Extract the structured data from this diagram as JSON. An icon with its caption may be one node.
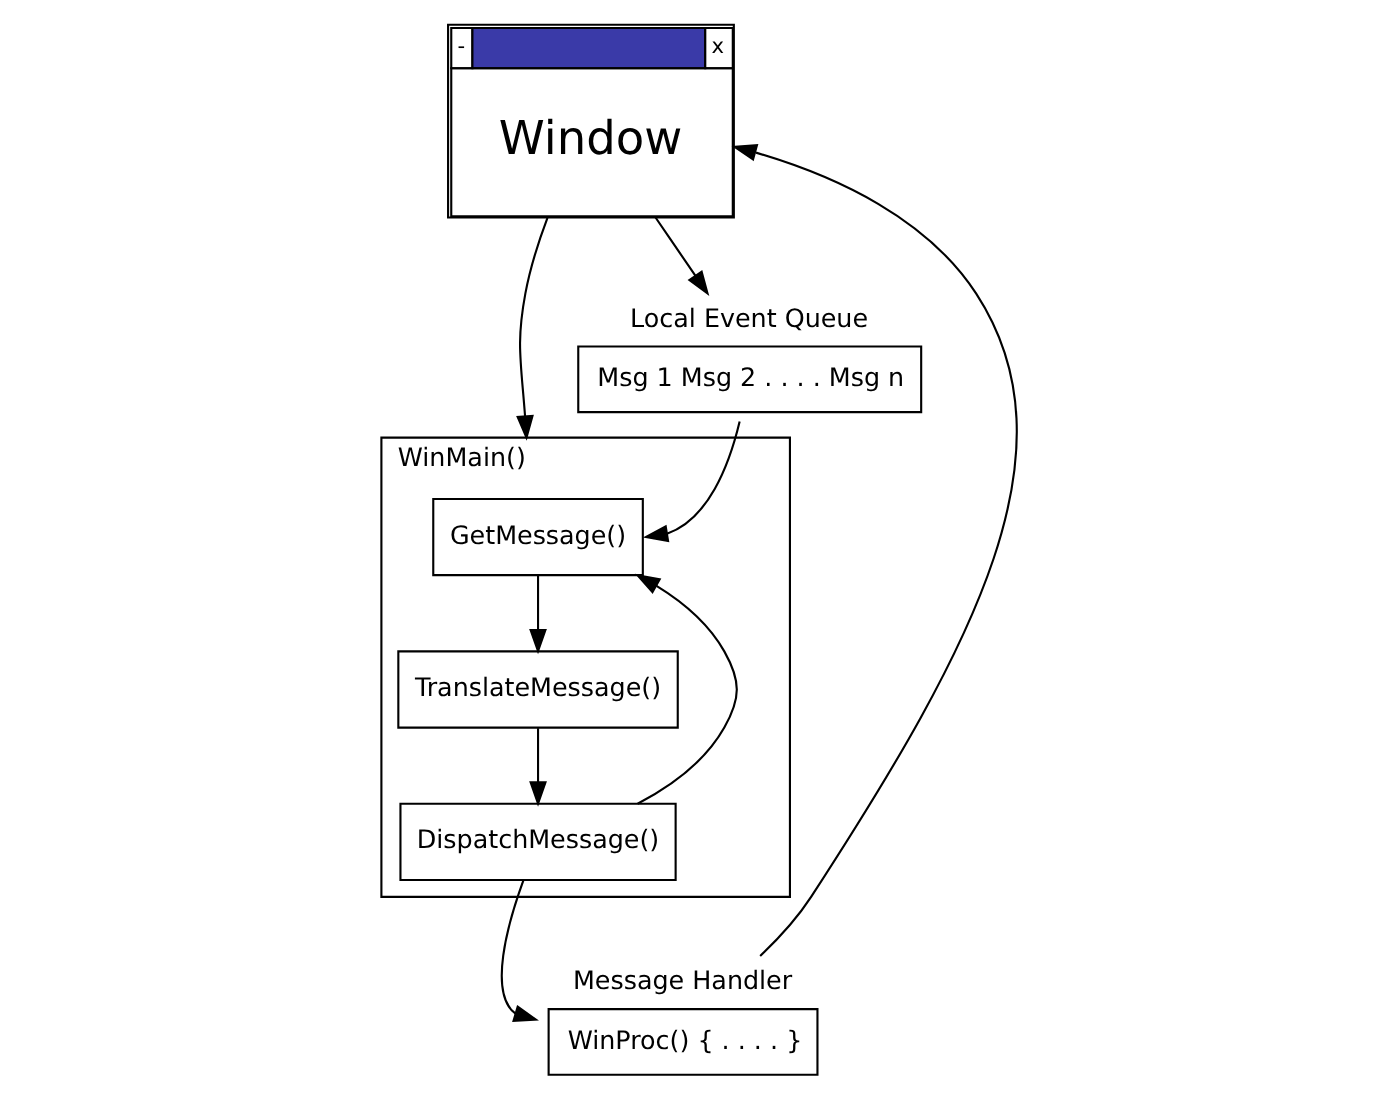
{
  "diagram": {
    "nodes": [
      {
        "text": [
          "-",
          "x",
          "Window"
        ]
      },
      {
        "text": [
          "Local Event Queue",
          "Msg 1 Msg 2 . . . . Msg n"
        ]
      },
      {
        "text": [
          "WinMain()"
        ]
      },
      {
        "text": [
          "GetMessage()"
        ],
        "in": 2
      },
      {
        "text": [
          "TranslateMessage()"
        ],
        "in": 2
      },
      {
        "text": [
          "DispatchMessage()"
        ],
        "in": 2
      },
      {
        "text": [
          "Message Handler",
          "WinProc() { . . . . }"
        ]
      }
    ],
    "edges": [
      {
        "from": 0,
        "to": 1,
        "arrow": "to"
      },
      {
        "from": 0,
        "to": 2,
        "arrow": "to"
      },
      {
        "from": 1,
        "to": 3,
        "arrow": "to"
      },
      {
        "from": 3,
        "to": 4,
        "arrow": "to"
      },
      {
        "from": 4,
        "to": 5,
        "arrow": "to"
      },
      {
        "from": 5,
        "to": 3,
        "arrow": "to"
      },
      {
        "from": 5,
        "to": 6,
        "arrow": "to"
      },
      {
        "from": 6,
        "to": 0,
        "arrow": "to"
      }
    ]
  }
}
